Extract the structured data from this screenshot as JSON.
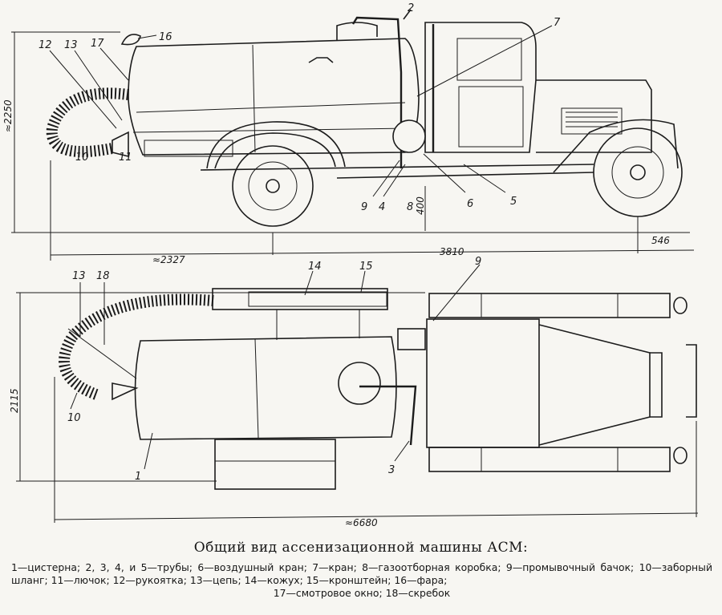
{
  "caption": "Общий вид ассенизационной машины АСМ:",
  "legend": {
    "line1": "1—цистерна; 2, 3, 4, и 5—трубы; 6—воздушный кран; 7—кран; 8—газоотборная коробка; 9—промывочный",
    "line2": "бачок; 10—заборный шланг; 11—лючок; 12—рукоятка; 13—цепь; 14—кожух; 15—кронштейн; 16—фара;",
    "line3": "17—смотровое окно; 18—скребок"
  },
  "side_view": {
    "labels": {
      "l2": "2",
      "l7": "7",
      "l12": "12",
      "l13": "13",
      "l17": "17",
      "l16": "16",
      "l10": "10",
      "l11": "11",
      "l9": "9",
      "l4": "4",
      "l8": "8",
      "l6": "6",
      "l5": "5"
    },
    "dims": {
      "height": "≈2250",
      "rear": "≈2327",
      "wheelbase": "3810",
      "front": "546",
      "ground": "400"
    }
  },
  "top_view": {
    "labels": {
      "l13": "13",
      "l18": "18",
      "l14": "14",
      "l15": "15",
      "l9": "9",
      "l10": "10",
      "l1": "1",
      "l3": "3"
    },
    "dims": {
      "width": "2115",
      "length": "≈6680"
    }
  }
}
